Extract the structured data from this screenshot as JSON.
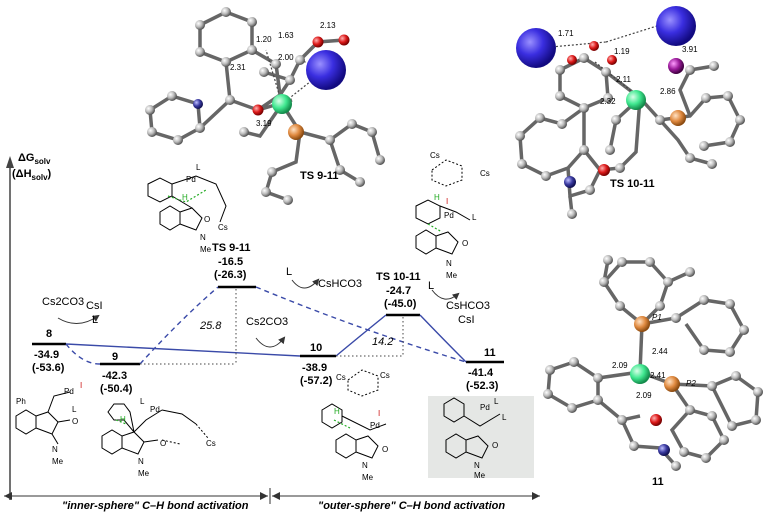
{
  "axis": {
    "y_label_top": "ΔG",
    "y_label_top_sub": "solv",
    "y_label_bottom": "(ΔH",
    "y_label_bottom_sub": "solv",
    "y_label_bottom_close": ")"
  },
  "states": {
    "s8": {
      "name": "8",
      "g": "-34.9",
      "h": "(-53.6)"
    },
    "s9": {
      "name": "9",
      "g": "-42.3",
      "h": "(-50.4)"
    },
    "ts911": {
      "name": "TS 9-11",
      "g": "-16.5",
      "h": "(-26.3)"
    },
    "s10": {
      "name": "10",
      "g": "-38.9",
      "h": "(-57.2)"
    },
    "ts1011": {
      "name": "TS 10-11",
      "g": "-24.7",
      "h": "(-45.0)"
    },
    "s11": {
      "name": "11",
      "g": "-41.4",
      "h": "(-52.3)"
    }
  },
  "barriers": {
    "inner": "25.8",
    "outer": "14.2"
  },
  "reagents": {
    "cs2co3_left": "Cs2CO3",
    "csi_left": "CsI",
    "l_left": "L",
    "cs2co3_mid": "Cs2CO3",
    "l_mid": "L",
    "cshco3_mid": "CsHCO3",
    "l_right": "L",
    "cshco3_right": "CsHCO3",
    "csi_right": "CsI"
  },
  "phases": {
    "inner": "\"inner-sphere\" C–H bond activation",
    "outer": "\"outer-sphere\" C–H bond activation"
  },
  "structures_3d": {
    "ts911": {
      "label": "TS 9-11",
      "distances": [
        "1.20",
        "1.63",
        "2.13",
        "2.00",
        "2.31",
        "3.19"
      ]
    },
    "ts1011": {
      "label": "TS 10-11",
      "distances": [
        "1.71",
        "1.19",
        "3.91",
        "2.11",
        "2.86",
        "2.32"
      ]
    },
    "s11": {
      "label": "11",
      "distances": [
        "2.44",
        "2.09",
        "2.41",
        "2.09"
      ],
      "atom_labels": [
        "P1",
        "P2"
      ]
    }
  },
  "drawings": {
    "atoms": {
      "pd": "Pd",
      "l": "L",
      "i": "I",
      "cs": "Cs",
      "o": "O",
      "n": "N",
      "me": "Me",
      "h": "H",
      "ph": "Ph"
    }
  },
  "colors": {
    "solid_path": "#3a4aa8",
    "dashed_path": "#3a4aa8",
    "hydrogen": "#22aa22",
    "iodine": "#cc1111",
    "cs_atom": "#3c30d8",
    "pd_atom": "#40e890",
    "p_atom": "#e08a40",
    "o_atom": "#dd1a1a",
    "n_atom": "#3a3aa0",
    "c_atom": "#b5b5b5",
    "highlight_box": "#e5e7e5"
  }
}
